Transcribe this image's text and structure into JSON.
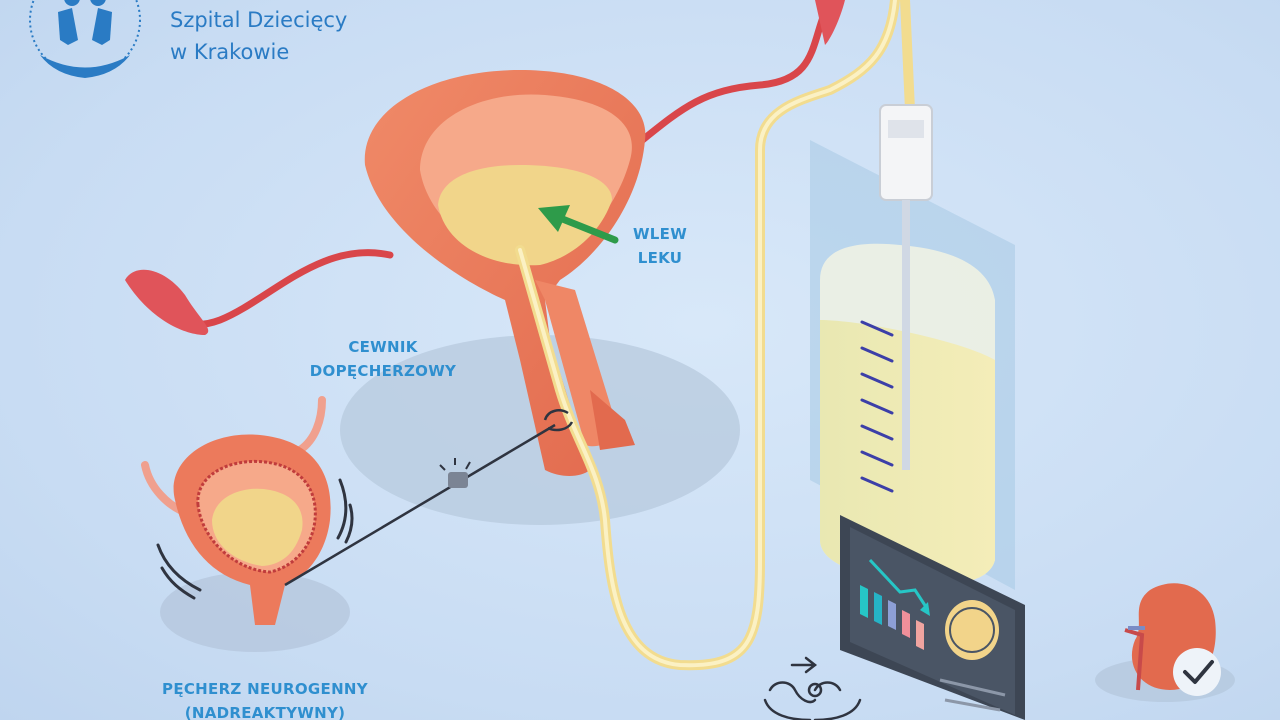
{
  "brand": {
    "name": "Szpital Dziecięcy\nw Krakowie",
    "logo_icon": "children-in-hand-logo-icon",
    "color": "#2a7bc4"
  },
  "labels": {
    "wlew_leku": "WLEW\nLEKU",
    "cewnik": "CEWNIK\nDOPĘCHERZOWY",
    "pecherz": "PĘCHERZ NEUROGENNY\n(NADREAKTYWNY)"
  },
  "colors": {
    "background": "#c8dcf3",
    "bladder": "#ec7a5c",
    "bladder_inner": "#f7b28f",
    "urine": "#f1d58a",
    "catheter": "#f5e39a",
    "ureter": "#d9464a",
    "arrow": "#2e9b4a",
    "label": "#2f8fcf",
    "monitor": "#3d4654"
  },
  "icons": [
    "arrow-icon",
    "bag-icon",
    "monitor-icon",
    "chart-icon",
    "hands-care-icon",
    "kidney-icon",
    "check-icon",
    "clamp-icon"
  ]
}
